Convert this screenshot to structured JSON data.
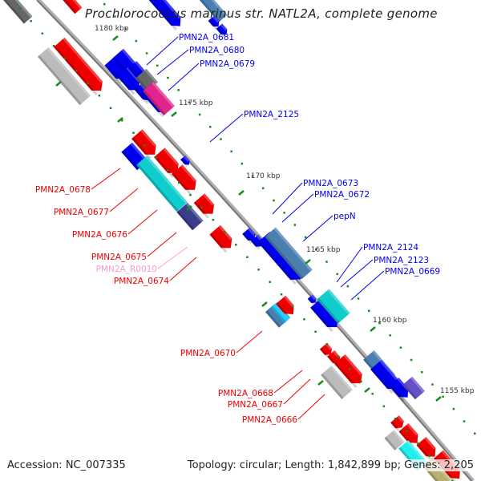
{
  "title": "Prochlorococcus marinus str. NATL2A, complete genome",
  "footer": {
    "accession": "Accession: NC_007335",
    "summary": "Topology: circular; Length: 1,842,899 bp; Genes: 2,205"
  },
  "colors": {
    "backbone": "#888888",
    "forward_label": "#0000ee",
    "reverse_label": "#ee0000",
    "rna_label": "#ff99cc",
    "tick": "#1a8a1a"
  },
  "ticks": [
    {
      "label": "1180 kbp"
    },
    {
      "label": "1175 kbp"
    },
    {
      "label": "1170 kbp"
    },
    {
      "label": "1165 kbp"
    },
    {
      "label": "1160 kbp"
    },
    {
      "label": "1155 kbp"
    }
  ],
  "labels_right": [
    {
      "name": "PMN2A_0681",
      "color": "#0000ee"
    },
    {
      "name": "PMN2A_0680",
      "color": "#0000ee"
    },
    {
      "name": "PMN2A_0679",
      "color": "#0000ee"
    },
    {
      "name": "PMN2A_2125",
      "color": "#0000ee"
    },
    {
      "name": "PMN2A_0673",
      "color": "#0000ee"
    },
    {
      "name": "PMN2A_0672",
      "color": "#0000ee"
    },
    {
      "name": "pepN",
      "color": "#0000ee"
    },
    {
      "name": "PMN2A_2124",
      "color": "#0000ee"
    },
    {
      "name": "PMN2A_2123",
      "color": "#0000ee"
    },
    {
      "name": "PMN2A_0669",
      "color": "#0000ee"
    }
  ],
  "labels_left": [
    {
      "name": "PMN2A_0678",
      "color": "#ee0000"
    },
    {
      "name": "PMN2A_0677",
      "color": "#ee0000"
    },
    {
      "name": "PMN2A_0676",
      "color": "#ee0000"
    },
    {
      "name": "PMN2A_0675",
      "color": "#ee0000"
    },
    {
      "name": "PMN2A_R0010",
      "color": "#ff99cc"
    },
    {
      "name": "PMN2A_0674",
      "color": "#ee0000"
    },
    {
      "name": "PMN2A_0670",
      "color": "#ee0000"
    },
    {
      "name": "PMN2A_0668",
      "color": "#ee0000"
    },
    {
      "name": "PMN2A_0667",
      "color": "#ee0000"
    },
    {
      "name": "PMN2A_0666",
      "color": "#ee0000"
    }
  ]
}
